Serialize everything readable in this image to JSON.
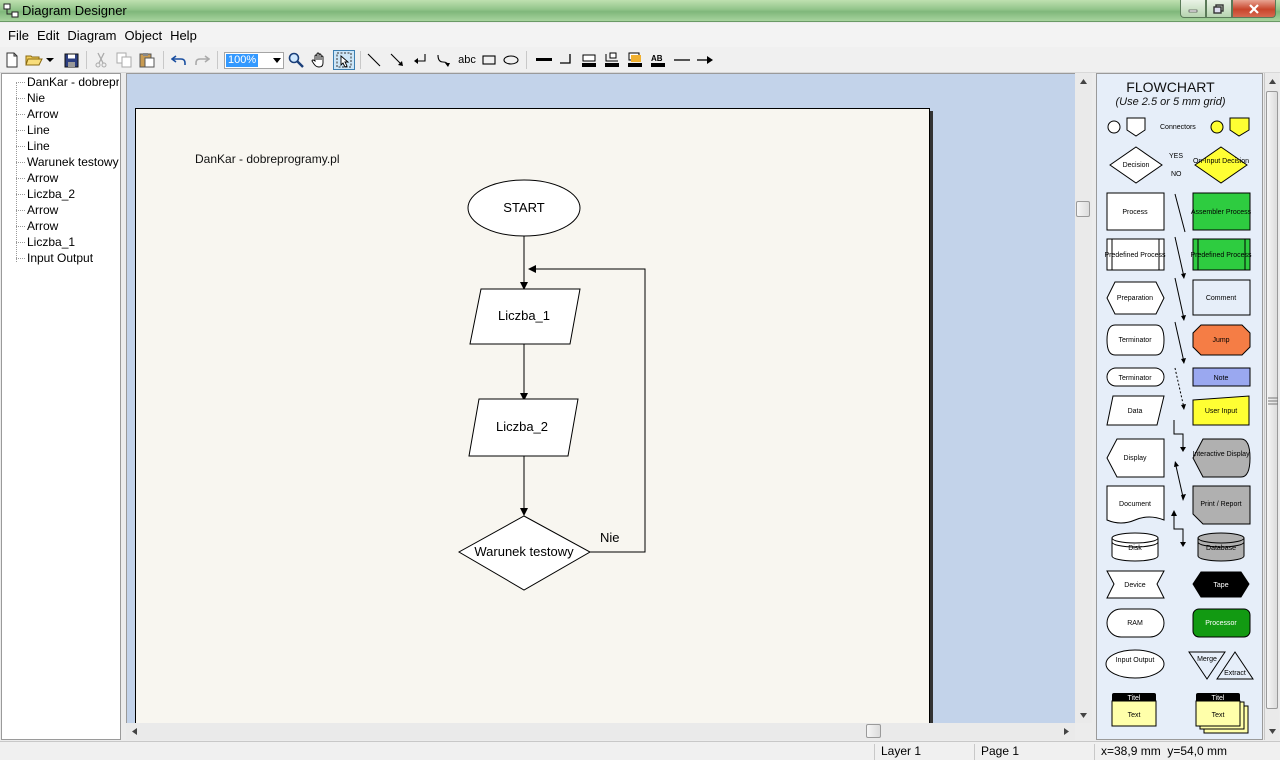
{
  "window": {
    "title": "Diagram Designer"
  },
  "menu": [
    "File",
    "Edit",
    "Diagram",
    "Object",
    "Help"
  ],
  "toolbar": {
    "zoom": "100%",
    "icons": [
      "new-file-icon",
      "open-folder-icon",
      "dropdown-arrow-icon",
      "save-icon",
      "cut-icon",
      "copy-icon",
      "paste-icon",
      "undo-icon",
      "redo-icon",
      "zoom-magnifier-icon",
      "hand-pan-icon",
      "select-pointer-icon",
      "line-tool-icon",
      "arrow-tool-icon",
      "connector-tool-icon",
      "curve-tool-icon",
      "text-tool-icon",
      "rectangle-tool-icon",
      "ellipse-tool-icon",
      "line-width-icon",
      "line-corner-icon",
      "fill-color-icon",
      "line-color-icon",
      "shadow-icon",
      "font-color-icon",
      "line-style-icon",
      "arrow-style-icon"
    ],
    "text_tool_label": "abc"
  },
  "tree": [
    "DanKar - dobrepr",
    "Nie",
    "Arrow",
    "Line",
    "Line",
    "Warunek testowy",
    "Arrow",
    "Liczba_2",
    "Arrow",
    "Arrow",
    "Liczba_1",
    "Input Output"
  ],
  "diagram": {
    "header_text": "DanKar - dobreprogramy.pl",
    "start": "START",
    "box1": "Liczba_1",
    "box2": "Liczba_2",
    "decision": "Warunek testowy",
    "no_label": "Nie"
  },
  "palette": {
    "title": "FLOWCHART",
    "subtitle": "(Use 2.5 or 5 mm grid)",
    "labels": {
      "connectors": "Connectors",
      "decision": "Decision",
      "yes": "YES",
      "no": "NO",
      "online_decision": "On-Input Decision",
      "process": "Process",
      "assembler_process": "Assembler Process",
      "predefined_process": "Predefined Process",
      "preparation": "Preparation",
      "comment": "Comment",
      "terminator": "Terminator",
      "jump": "Jump",
      "note": "Note",
      "data": "Data",
      "user_input": "User Input",
      "display": "Display",
      "interactive_display": "Interactive Display",
      "document": "Document",
      "print_report": "Print / Report",
      "disk": "Disk",
      "database": "Database",
      "device": "Device",
      "tape": "Tape",
      "ram": "RAM",
      "processor": "Processor",
      "input_output": "Input Output",
      "merge": "Merge",
      "extract": "Extract",
      "titel": "Titel",
      "text": "Text"
    },
    "colors": {
      "green": "#2ecc40",
      "orange": "#f57d45",
      "note_blue": "#9aa8f0",
      "yellow": "#ffff33",
      "gray": "#b0b0b0",
      "dark_green": "#129a12",
      "black": "#000000",
      "pale_yellow": "#ffffaa"
    }
  },
  "status": {
    "layer": "Layer 1",
    "page": "Page 1",
    "coords": "x=38,9 mm  y=54,0 mm"
  }
}
